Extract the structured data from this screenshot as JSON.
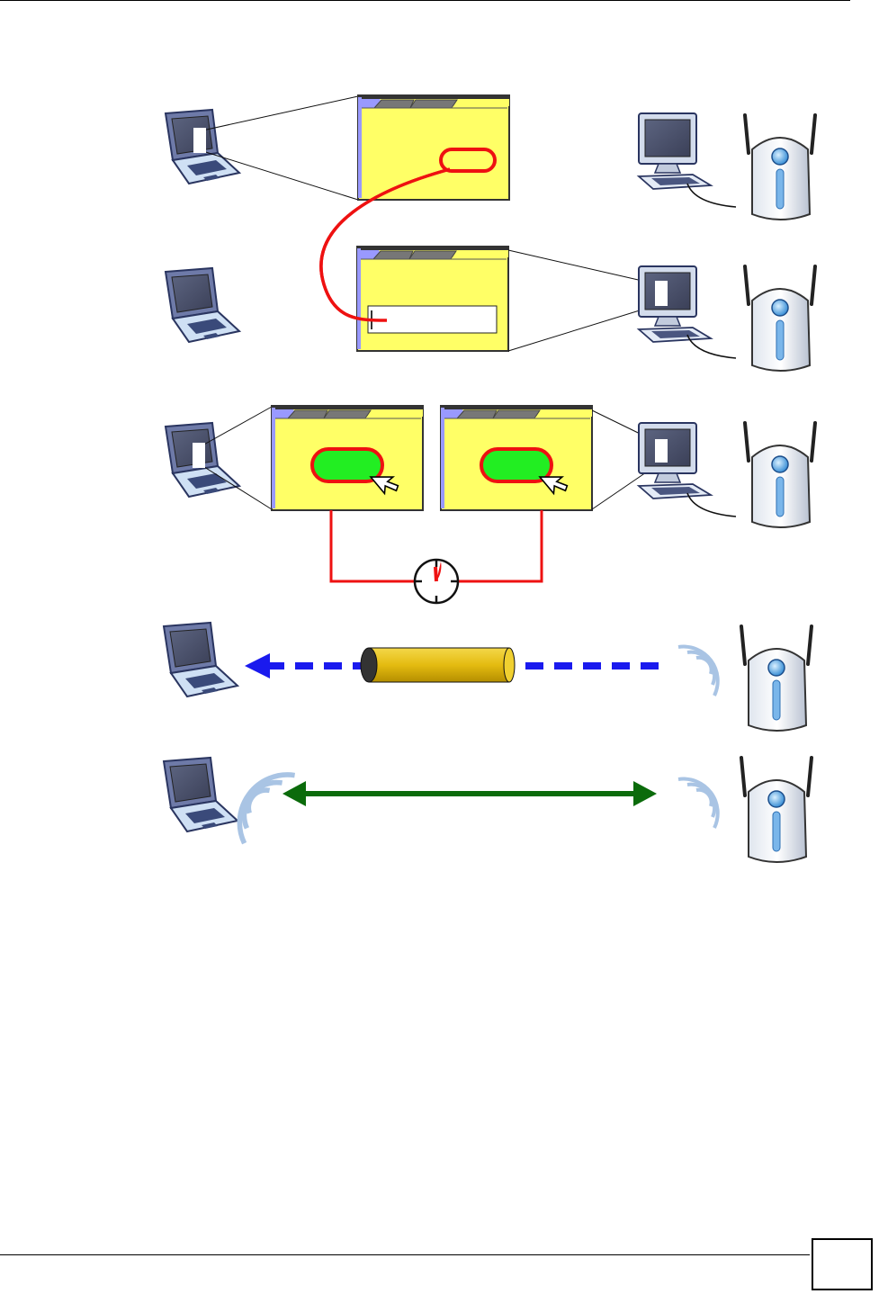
{
  "page": {
    "page_number": ""
  },
  "diagram": {
    "rows": [
      {
        "id": "row-1",
        "client": "laptop",
        "server": "desktop-with-access-point",
        "panel": "web-config-with-button"
      },
      {
        "id": "row-2",
        "client": "laptop",
        "server": "desktop-with-access-point",
        "panel": "web-config-with-input-field"
      },
      {
        "id": "row-3",
        "client": "laptop",
        "server": "desktop-with-access-point",
        "panel": "two-web-configs-push-button-with-timer"
      },
      {
        "id": "row-4",
        "client": "laptop",
        "server": "access-point",
        "link": "dashed-blue-arrow-through-tunnel"
      },
      {
        "id": "row-5",
        "client": "laptop",
        "server": "access-point",
        "link": "green-two-way-wireless-arrow"
      }
    ],
    "colors": {
      "panel_fill": "#ffff66",
      "panel_tab": "#9999ff",
      "highlight_red": "#ee1111",
      "button_green": "#22ee22",
      "arrow_blue": "#1a1aee",
      "arrow_green": "#0b6b0b",
      "tunnel_gold": "#e8c31a"
    },
    "icons": [
      "laptop-icon",
      "desktop-icon",
      "access-point-icon",
      "cursor-icon",
      "timer-icon",
      "wireless-signal-icon",
      "tunnel-icon"
    ]
  }
}
